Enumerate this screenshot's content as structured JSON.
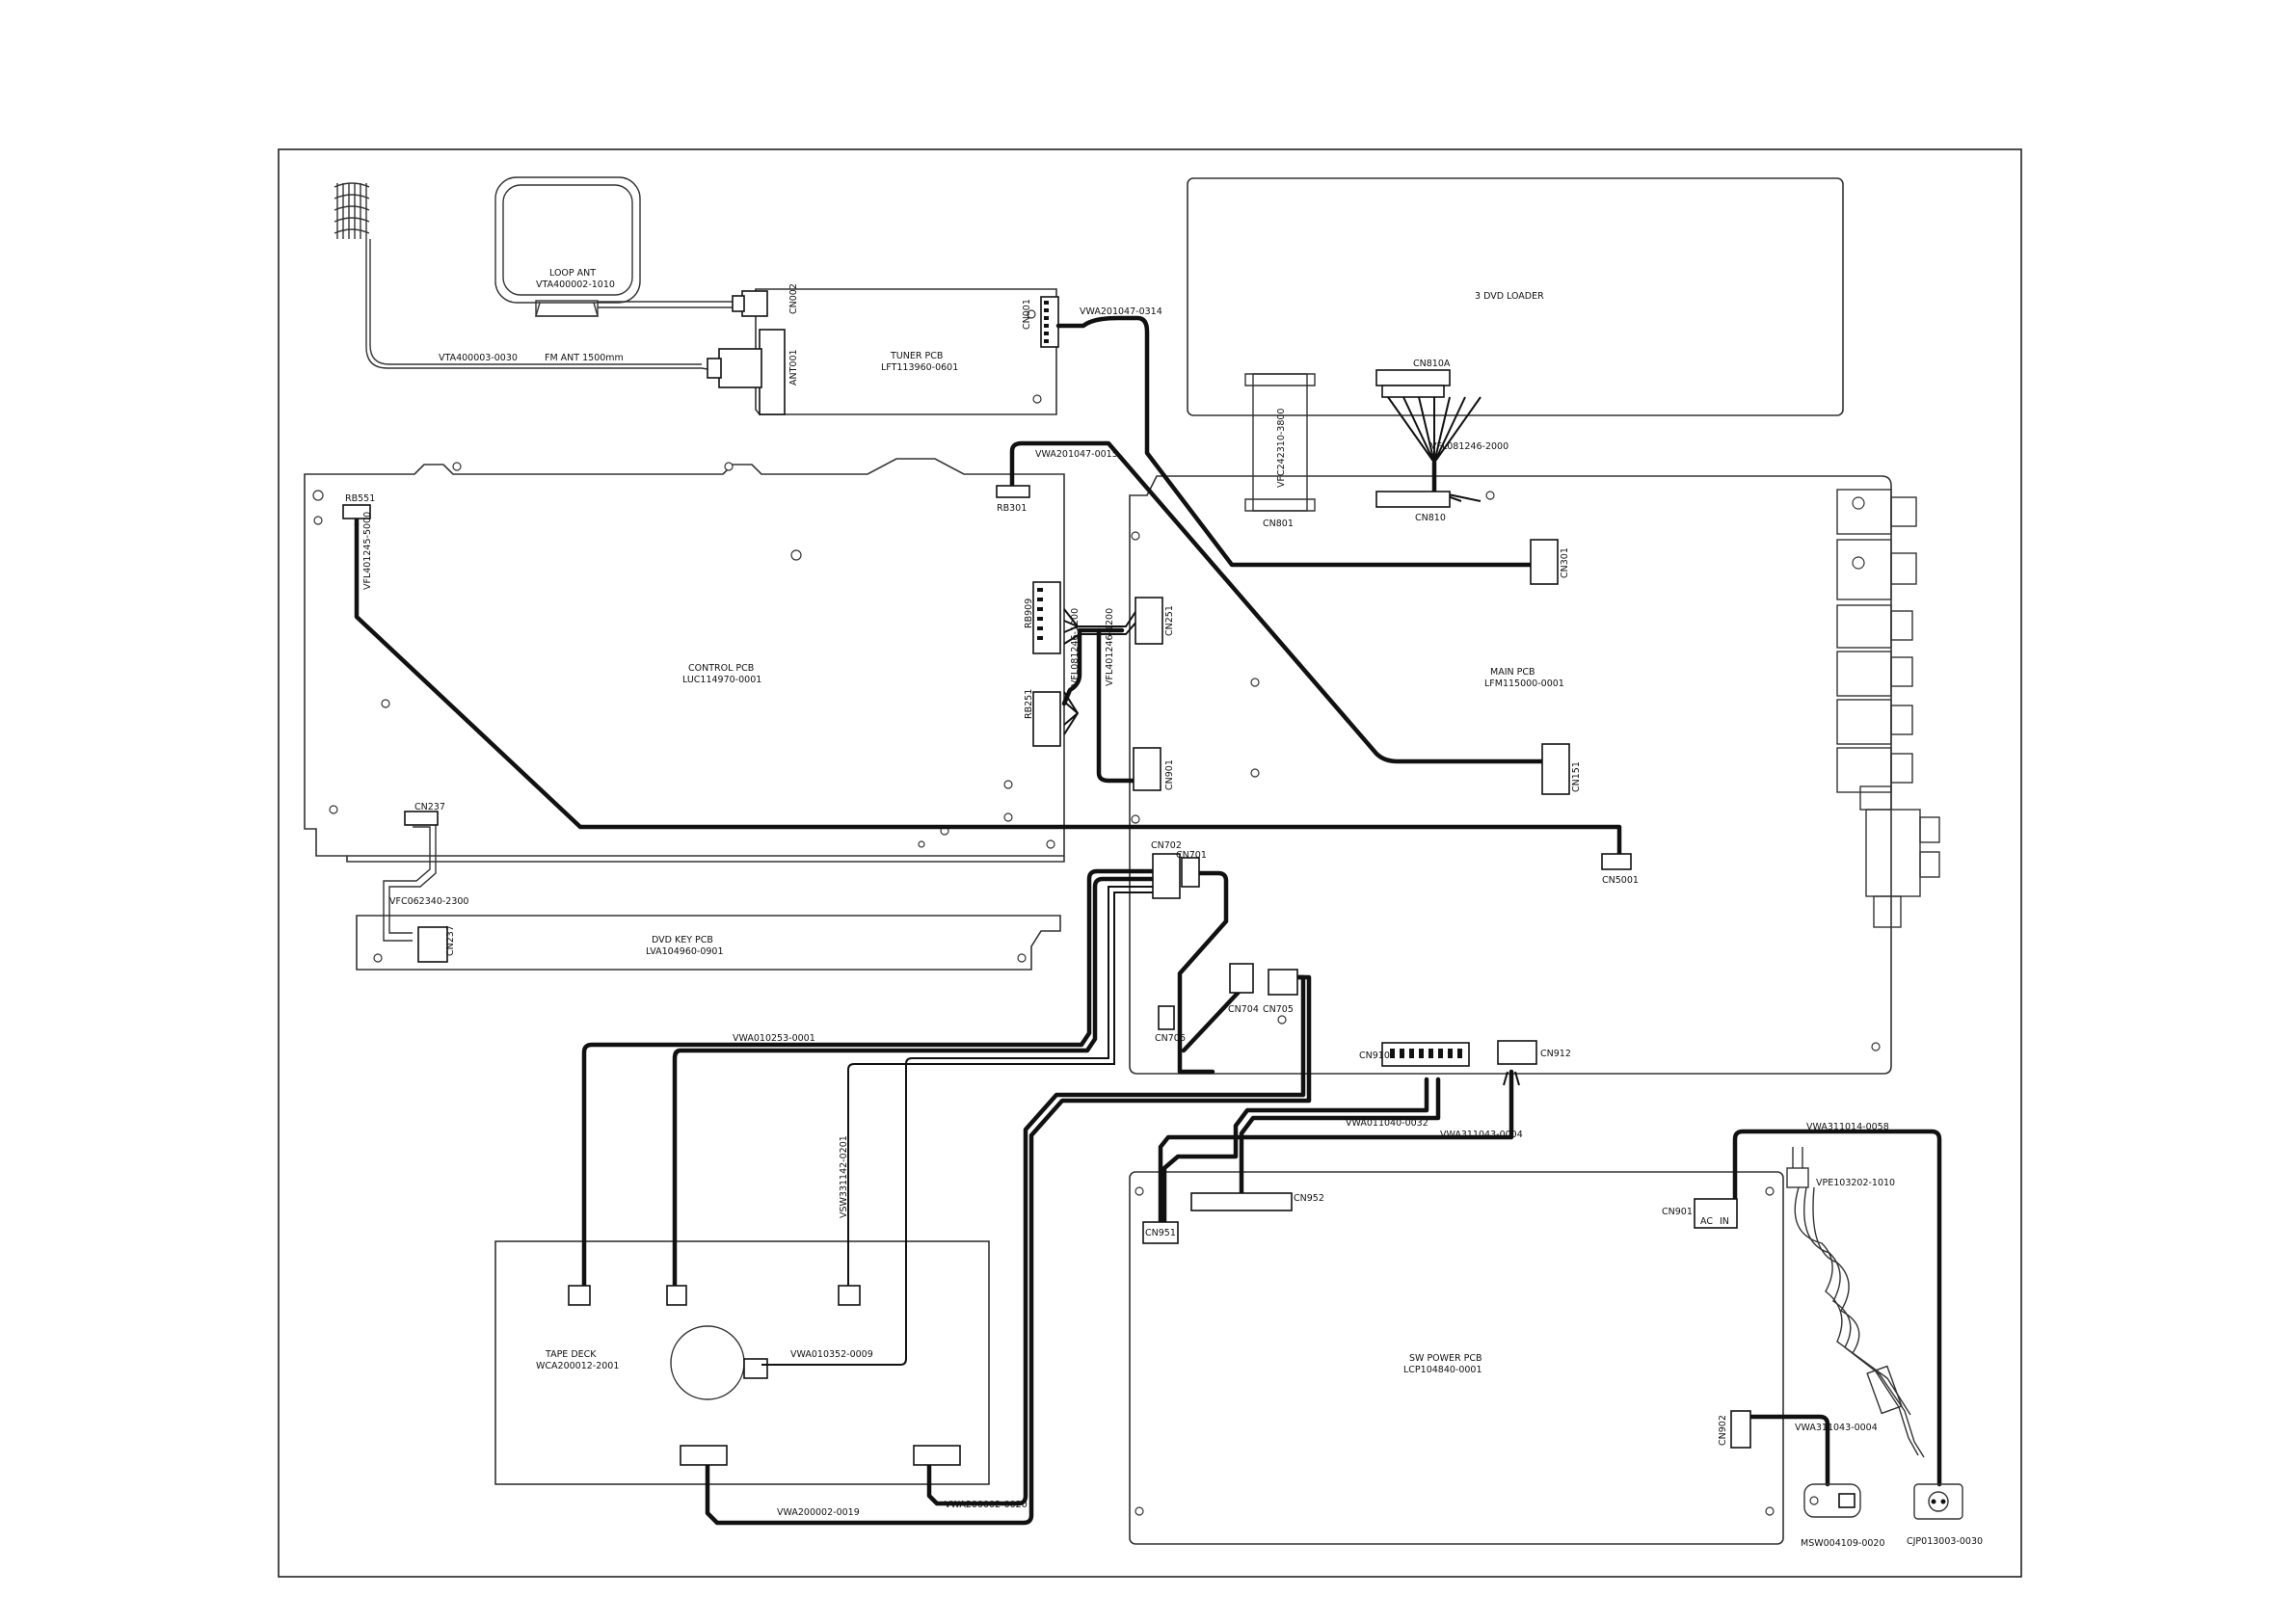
{
  "boards": {
    "tuner": {
      "name": "TUNER PCB",
      "part": "LFT113960-0601"
    },
    "loader": {
      "name": "3 DVD LOADER"
    },
    "control": {
      "name": "CONTROL PCB",
      "part": "LUC114970-0001"
    },
    "main": {
      "name": "MAIN PCB",
      "part": "LFM115000-0001"
    },
    "dvd_key": {
      "name": "DVD KEY PCB",
      "part": "LVA104960-0901"
    },
    "tape_deck": {
      "name": "TAPE DECK",
      "part": "WCA200012-2001"
    },
    "sw_power": {
      "name": "SW POWER PCB",
      "part": "LCP104840-0001"
    }
  },
  "antennas": {
    "loop_name": "LOOP ANT",
    "loop_part": "VTA400002-1010",
    "fm_part": "VTA400003-0030",
    "fm_desc": "FM ANT 1500mm"
  },
  "connectors": {
    "cn002": "CN002",
    "cn001": "CN001",
    "ant001": "ANT001",
    "rb551": "RB551",
    "rb301": "RB301",
    "rb909": "RB909",
    "rb251": "RB251",
    "cn810a": "CN810A",
    "cn810": "CN810",
    "cn801": "CN801",
    "cn301": "CN301",
    "cn251": "CN251",
    "cn901_main": "CN901",
    "cn151": "CN151",
    "cn702": "CN702",
    "cn701": "CN701",
    "cn5001": "CN5001",
    "cn237_top": "CN237",
    "cn237": "CN237",
    "cn704": "CN704",
    "cn705": "CN705",
    "cn706": "CN706",
    "cn910": "CN910",
    "cn912": "CN912",
    "cn951": "CN951",
    "cn952": "CN952",
    "cn901": "CN901",
    "cn902": "CN902",
    "ac": "AC",
    "in": "IN"
  },
  "cables": {
    "w_tuner_main": "VWA201047-0314",
    "w_rb301": "VWA201047-0015",
    "w_loader_flat": "VFC242310-3800",
    "w_loader_fl": "VFL081246-2000",
    "w_rb551": "VFL401245-5000",
    "w_rb909": "VFL081246-1200",
    "w_rb251": "VFL401246-1200",
    "w_key_flat": "VFC062340-2300",
    "w_tape1": "VWA010253-0001",
    "w_tape_vert": "VSW331142-0201",
    "w_motor": "VWA010352-0009",
    "w_tape_head1": "VWA200002-0019",
    "w_tape_head2": "VWA200002-0020",
    "w_power1": "VWA011040-0032",
    "w_power2": "VWA311043-0004",
    "w_ac": "VWA311014-0058",
    "w_cn902": "VWA311043-0004",
    "power_cord": "VPE103202-1010",
    "switch": "MSW004109-0020",
    "ac_inlet": "CJP013003-0030"
  }
}
